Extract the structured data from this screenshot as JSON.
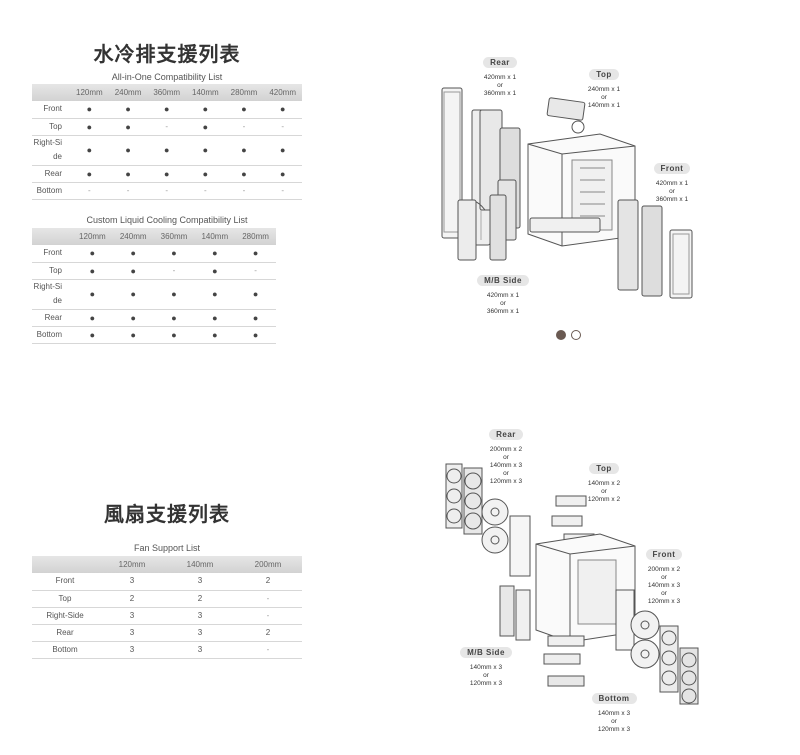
{
  "aio": {
    "title": "水冷排支援列表",
    "subtitle": "All-in-One Compatibility List",
    "headers": [
      "",
      "120mm",
      "240mm",
      "360mm",
      "140mm",
      "280mm",
      "420mm"
    ],
    "rows": [
      {
        "label": "Front",
        "cells": [
          "●",
          "●",
          "●",
          "●",
          "●",
          "●"
        ]
      },
      {
        "label": "Top",
        "cells": [
          "●",
          "●",
          "-",
          "●",
          "-",
          "-"
        ]
      },
      {
        "label": "Right-Side",
        "cells": [
          "●",
          "●",
          "●",
          "●",
          "●",
          "●"
        ]
      },
      {
        "label": "Rear",
        "cells": [
          "●",
          "●",
          "●",
          "●",
          "●",
          "●"
        ]
      },
      {
        "label": "Bottom",
        "cells": [
          "-",
          "-",
          "-",
          "-",
          "-",
          "-"
        ]
      }
    ]
  },
  "custom": {
    "subtitle": "Custom Liquid Cooling Compatibility List",
    "headers": [
      "",
      "120mm",
      "240mm",
      "360mm",
      "140mm",
      "280mm"
    ],
    "rows": [
      {
        "label": "Front",
        "cells": [
          "●",
          "●",
          "●",
          "●",
          "●"
        ]
      },
      {
        "label": "Top",
        "cells": [
          "●",
          "●",
          "-",
          "●",
          "-"
        ]
      },
      {
        "label": "Right-Side",
        "cells": [
          "●",
          "●",
          "●",
          "●",
          "●"
        ]
      },
      {
        "label": "Rear",
        "cells": [
          "●",
          "●",
          "●",
          "●",
          "●"
        ]
      },
      {
        "label": "Bottom",
        "cells": [
          "●",
          "●",
          "●",
          "●",
          "●"
        ]
      }
    ]
  },
  "fan": {
    "title": "風扇支援列表",
    "subtitle": "Fan Support List",
    "headers": [
      "",
      "120mm",
      "140mm",
      "200mm"
    ],
    "rows": [
      {
        "label": "Front",
        "cells": [
          "3",
          "3",
          "2"
        ]
      },
      {
        "label": "Top",
        "cells": [
          "2",
          "2",
          "-"
        ]
      },
      {
        "label": "Right-Side",
        "cells": [
          "3",
          "3",
          "-"
        ]
      },
      {
        "label": "Rear",
        "cells": [
          "3",
          "3",
          "2"
        ]
      },
      {
        "label": "Bottom",
        "cells": [
          "3",
          "3",
          "-"
        ]
      }
    ]
  },
  "radiator_diagram": {
    "rear": {
      "label": "Rear",
      "lines": [
        "420mm x 1",
        "or",
        "360mm x 1"
      ]
    },
    "top": {
      "label": "Top",
      "lines": [
        "240mm x 1",
        "or",
        "140mm x 1"
      ]
    },
    "front": {
      "label": "Front",
      "lines": [
        "420mm x 1",
        "or",
        "360mm x 1"
      ]
    },
    "mbside": {
      "label": "M/B Side",
      "lines": [
        "420mm x 1",
        "or",
        "360mm x 1"
      ]
    }
  },
  "fan_diagram": {
    "rear": {
      "label": "Rear",
      "lines": [
        "200mm x 2",
        "or",
        "140mm x 3",
        "or",
        "120mm x 3"
      ]
    },
    "top": {
      "label": "Top",
      "lines": [
        "140mm x 2",
        "or",
        "120mm x 2"
      ]
    },
    "front": {
      "label": "Front",
      "lines": [
        "200mm x 2",
        "or",
        "140mm x 3",
        "or",
        "120mm x 3"
      ]
    },
    "mbside": {
      "label": "M/B Side",
      "lines": [
        "140mm x 3",
        "or",
        "120mm x 3"
      ]
    },
    "bottom": {
      "label": "Bottom",
      "lines": [
        "140mm x 3",
        "or",
        "120mm x 3"
      ]
    }
  },
  "carousel": {
    "active_index": 0,
    "count": 2,
    "active_color": "#6a5a52"
  }
}
